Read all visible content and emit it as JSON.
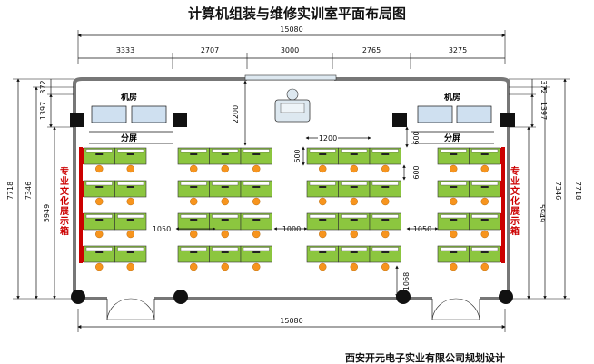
{
  "title": "计算机组装与维修实训室平面布局图",
  "footer": "西安开元电子实业有限公司规划设计",
  "top_dims": {
    "total": "15080",
    "segments": [
      "3333",
      "2707",
      "3000",
      "2765",
      "3275"
    ]
  },
  "bottom_dim": "15080",
  "left_dims": {
    "outer": "7718",
    "mid": "7346",
    "inner": "5949",
    "top_a": "372",
    "top_b": "1397"
  },
  "right_dims": {
    "outer": "7718",
    "mid": "7346",
    "inner": "5949",
    "top_a": "372",
    "top_b": "1397"
  },
  "inner_dims": {
    "front_gap": "2200",
    "desk_width": "1200",
    "desk_depth": "600",
    "row_gap": "600",
    "right_front": "600",
    "aisle_left": "1050",
    "aisle_center": "1000",
    "aisle_right": "1050",
    "back_gap": "1068"
  },
  "labels": {
    "server_room_left": "机房",
    "server_room_right": "机房",
    "split_left": "分屏",
    "split_right": "分屏"
  },
  "side_panel_left": [
    "专",
    "业",
    "文",
    "化",
    "展",
    "示",
    "箱"
  ],
  "side_panel_right": [
    "专",
    "业",
    "文",
    "化",
    "展",
    "示",
    "箱"
  ],
  "colors": {
    "desk_green": "#8cc63f",
    "chair_orange": "#f7941d",
    "display_red": "#cc0000",
    "screen_blue": "#cfe0f0"
  }
}
